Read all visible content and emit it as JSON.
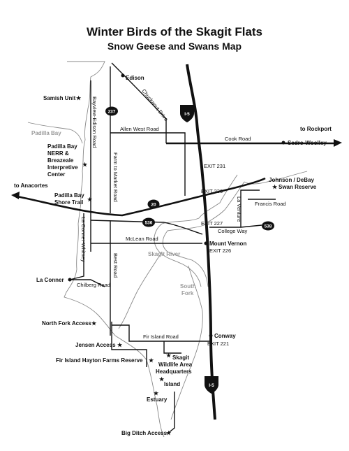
{
  "title": "Winter Birds of the Skagit Flats",
  "subtitle": "Snow Geese and Swans Map",
  "places": {
    "edison": "Edison",
    "sedro_woolley": "Sedro-Woolley",
    "to_rockport": "to Rockport",
    "to_anacortes": "to Anacortes",
    "mount_vernon": "Mount Vernon",
    "la_conner": "La Conner",
    "conway": "Conway"
  },
  "sites": {
    "samish_unit": "Samish Unit",
    "padilla_nerr_1": "Padilla Bay",
    "padilla_nerr_2": "NERR &",
    "padilla_nerr_3": "Breazeale",
    "padilla_nerr_4": "Interpretive",
    "padilla_nerr_5": "Center",
    "shore_trail_1": "Padilla Bay",
    "shore_trail_2": "Shore Trail",
    "johnson_debay_1": "Johnson / DeBay",
    "johnson_debay_2": "Swan Reserve",
    "north_fork_access": "North Fork Access",
    "jensen_access": "Jensen Access",
    "fir_island_hayton": "Fir Island Hayton Farms Reserve",
    "skagit_hq_1": "Skagit",
    "skagit_hq_2": "Wildlife Area",
    "skagit_hq_3": "Headquarters",
    "island": "Island",
    "estuary": "Estuary",
    "big_ditch": "Big Ditch Access"
  },
  "roads": {
    "bayview_edison": "Bayview-Edison Road",
    "farm_to_market": "Farm to Market Road",
    "chuckanut": "Chuckanut Drive",
    "allen_west": "Allen West Road",
    "cook": "Cook Road",
    "francis": "Francis Road",
    "la_venture": "La Venture",
    "college_way": "College Way",
    "mclean": "McLean Road",
    "best": "Best Road",
    "la_conner_whitney": "La Conner-Whitney",
    "chilberg": "Chilberg Road",
    "fir_island": "Fir Island Road"
  },
  "water": {
    "padilla_bay": "Padilla Bay",
    "skagit_river": "Skagit River",
    "south_fork_1": "South",
    "south_fork_2": "Fork"
  },
  "exits": {
    "e231": "EXIT 231",
    "e230": "EXIT 230",
    "e227": "EXIT 227",
    "e226": "EXIT 226",
    "e221": "EXIT 221"
  },
  "shields": {
    "i5": "I-5",
    "sr237": "237",
    "sr20": "20",
    "sr536": "536",
    "sr538": "538"
  }
}
